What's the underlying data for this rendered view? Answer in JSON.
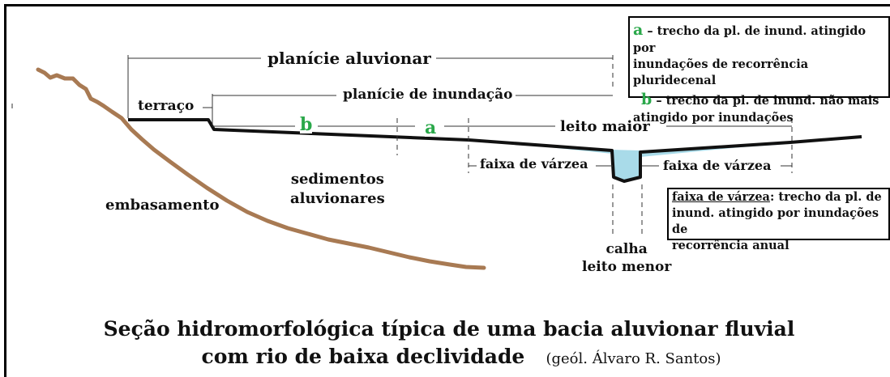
{
  "labels": {
    "planicie_aluvionar": "planície aluvionar",
    "planicie_inundacao": "planície de inundação",
    "terraco": "terraço",
    "b": "b",
    "a": "a",
    "leito_maior": "leito maior",
    "faixa_varzea_left": "faixa de várzea",
    "faixa_varzea_right": "faixa de várzea",
    "sedimentos_1": "sedimentos",
    "sedimentos_2": "aluvionares",
    "embasamento": "embasamento",
    "calha": "calha",
    "leito_menor": "leito menor"
  },
  "legend_ab": {
    "a_letter": "a",
    "a_text_1": " – trecho da pl. de inund. atingido por",
    "a_text_2": "inundações de recorrência pluridecenal",
    "b_letter": "b",
    "b_text_1": " – trecho da pl. de inund. não mais",
    "b_text_2": "atingido por inundações"
  },
  "legend_faixa": {
    "term": "faixa de várzea",
    "text_1": ": trecho da pl. de",
    "text_2": "inund. atingido por inundações de",
    "text_3": "recorrência anual"
  },
  "title": {
    "line1": "Seção hidromorfológica típica de uma bacia aluvionar fluvial",
    "line2": "com rio de baixa declividade",
    "credit": "(geól. Álvaro R. Santos)"
  },
  "colors": {
    "water": "#a9dbe9",
    "bedrock_line": "#a87a53",
    "accent_green": "#2aa84a"
  }
}
